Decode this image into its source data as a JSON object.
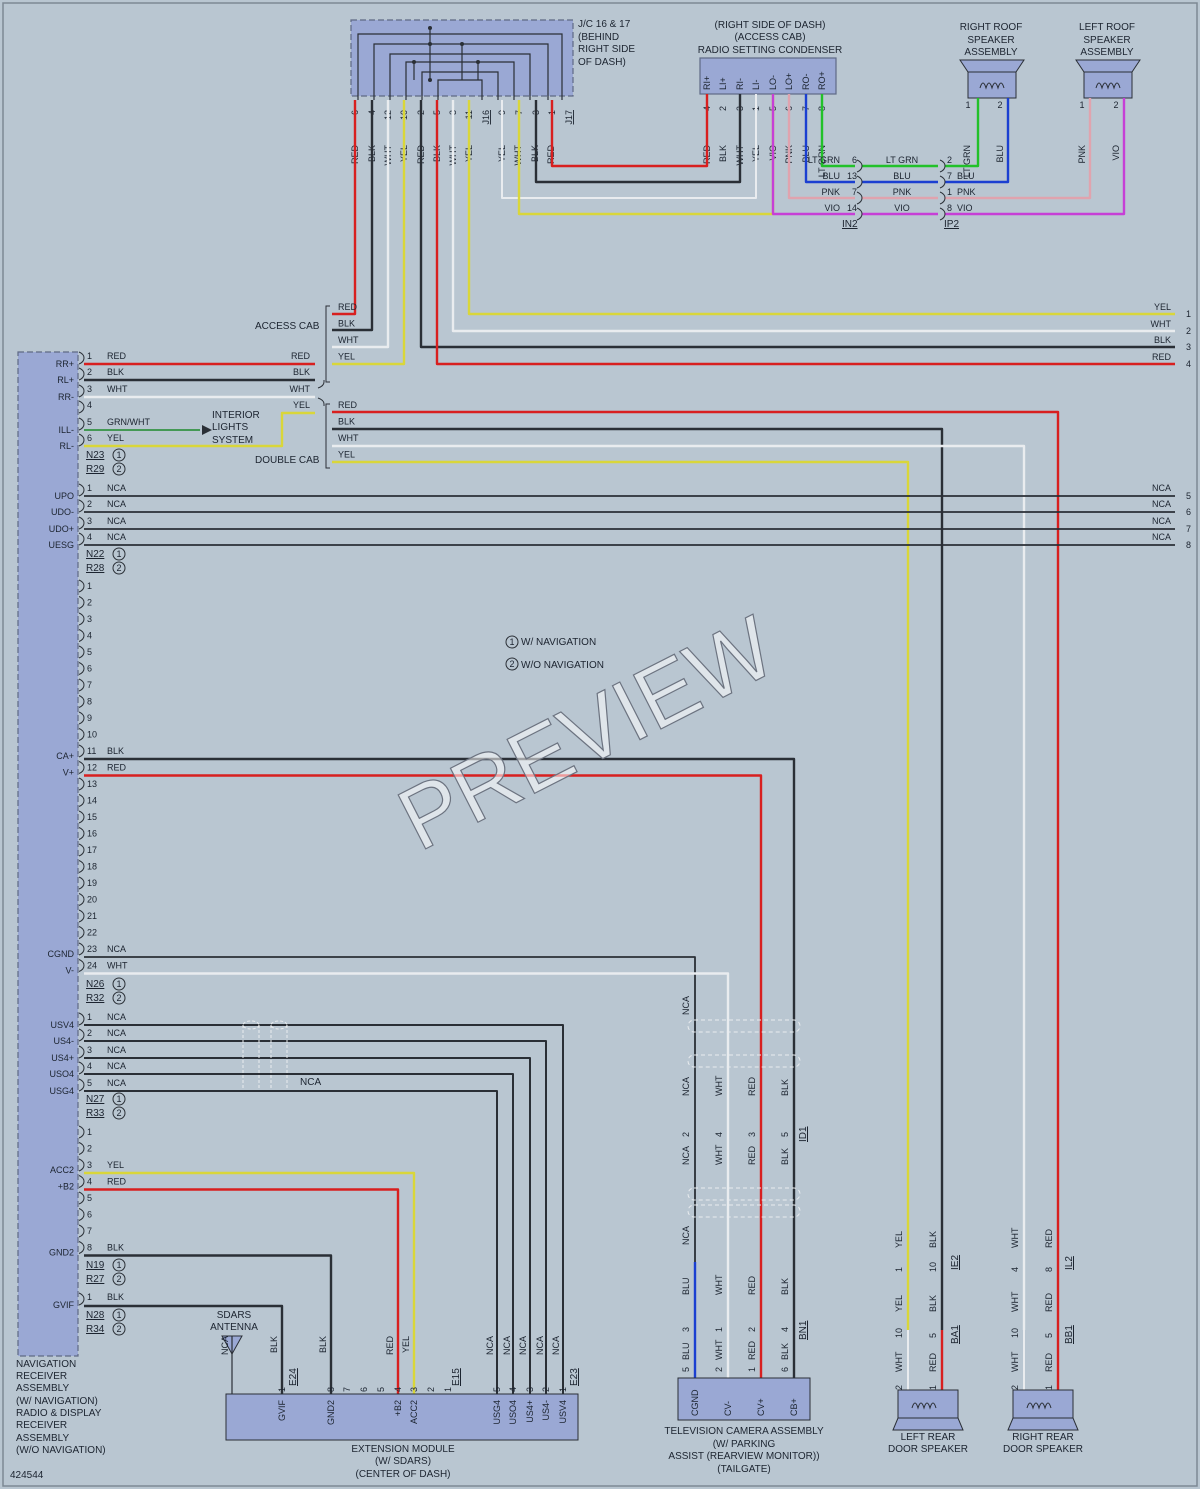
{
  "watermark": "PREVIEW",
  "doc_number": "424544",
  "legend": {
    "nav": "W/ NAVIGATION",
    "no_nav": "W/O NAVIGATION",
    "m1": "1",
    "m2": "2"
  },
  "colors": {
    "RED": "#d81f1f",
    "BLK": "#2a2f36",
    "WHT": "#e9ecef",
    "YEL": "#d9d63a",
    "BLU": "#1b3fd1",
    "LTGRN": "#22c12a",
    "PNK": "#e0a3ae",
    "VIO": "#c63fd6",
    "GRN": "#1d8a2c",
    "NCA": "#2a2f36",
    "box": "#9aa8d4",
    "boxStroke": "#6f7a9e"
  },
  "components": {
    "jc": [
      "J/C 16 & 17",
      "(BEHIND",
      "RIGHT SIDE",
      "OF DASH)"
    ],
    "condenser": [
      "(RIGHT SIDE OF DASH)",
      "(ACCESS CAB)",
      "RADIO SETTING CONDENSER"
    ],
    "right_roof": [
      "RIGHT ROOF",
      "SPEAKER",
      "ASSEMBLY"
    ],
    "left_roof": [
      "LEFT ROOF",
      "SPEAKER",
      "ASSEMBLY"
    ],
    "access_cab": "ACCESS CAB",
    "double_cab": "DOUBLE CAB",
    "interior": [
      "INTERIOR",
      "LIGHTS",
      "SYSTEM"
    ],
    "sdars": [
      "SDARS",
      "ANTENNA"
    ],
    "nav_receiver": [
      "NAVIGATION",
      "RECEIVER",
      "ASSEMBLY",
      "(W/ NAVIGATION)",
      "RADIO & DISPLAY",
      "RECEIVER",
      "ASSEMBLY",
      "(W/O NAVIGATION)"
    ],
    "ext_module": [
      "EXTENSION MODULE",
      "(W/ SDARS)",
      "(CENTER OF DASH)"
    ],
    "tv_camera": [
      "TELEVISION CAMERA ASSEMBLY",
      "(W/ PARKING",
      "ASSIST (REARVIEW MONITOR))",
      "(TAILGATE)"
    ],
    "left_rear": [
      "LEFT REAR",
      "DOOR SPEAKER"
    ],
    "right_rear": [
      "RIGHT REAR",
      "DOOR SPEAKER"
    ]
  },
  "jc_pins": [
    "6",
    "4",
    "12",
    "10",
    "2",
    "5",
    "3",
    "11",
    "J16",
    "9",
    "7",
    "3",
    "1",
    "J17"
  ],
  "jc_wires": [
    "RED",
    "BLK",
    "WHT",
    "YEL",
    "RED",
    "BLK",
    "WHT",
    "YEL",
    "WHT",
    "BLK",
    "RED"
  ],
  "cond_pins": [
    "RI+",
    "LI+",
    "RI-",
    "LI-",
    "LO-",
    "LO+",
    "RO-",
    "RO+"
  ],
  "cond_pin_nums": [
    "4",
    "2",
    "3",
    "1",
    "5",
    "6",
    "7",
    "8"
  ],
  "cond_wires": [
    "RED",
    "BLK",
    "WHT",
    "YEL",
    "VIO",
    "PNK",
    "BLU",
    "LT GRN"
  ],
  "splice": {
    "left": [
      [
        "6",
        "LT GRN"
      ],
      [
        "13",
        "BLU"
      ],
      [
        "7",
        "PNK"
      ],
      [
        "14",
        "VIO"
      ]
    ],
    "mid": [
      "LT GRN",
      "BLU",
      "PNK",
      "VIO"
    ],
    "right": [
      [
        "2",
        ""
      ],
      [
        "7",
        "BLU"
      ],
      [
        "1",
        "PNK"
      ],
      [
        "8",
        "VIO"
      ]
    ],
    "conn_left": "IN2",
    "conn_right": "IP2"
  },
  "right_roof_pins": [
    "1",
    "2"
  ],
  "right_roof_wires": [
    "LT GRN",
    "BLU"
  ],
  "left_roof_pins": [
    "1",
    "2"
  ],
  "left_roof_wires": [
    "PNK",
    "VIO"
  ],
  "access_out": [
    [
      "YEL",
      "1"
    ],
    [
      "WHT",
      "2"
    ],
    [
      "BLK",
      "3"
    ],
    [
      "RED",
      "4"
    ]
  ],
  "access_bundle": [
    "RED",
    "BLK",
    "WHT",
    "YEL"
  ],
  "double_bundle": [
    "RED",
    "BLK",
    "WHT",
    "YEL"
  ],
  "n23": [
    {
      "sig": "RR+",
      "num": "1",
      "wire": "RED",
      "to": "RED"
    },
    {
      "sig": "RL+",
      "num": "2",
      "wire": "BLK",
      "to": "BLK"
    },
    {
      "sig": "RR-",
      "num": "3",
      "wire": "WHT",
      "to": "WHT"
    },
    {
      "sig": "",
      "num": "4",
      "wire": "",
      "to": "YEL"
    },
    {
      "sig": "ILL-",
      "num": "5",
      "wire": "GRN/WHT",
      "to": ""
    },
    {
      "sig": "RL-",
      "num": "6",
      "wire": "YEL",
      "to": ""
    }
  ],
  "n23_conn": [
    "N23",
    "R29"
  ],
  "n22": [
    {
      "sig": "UPO",
      "num": "1",
      "wire": "NCA",
      "end": "NCA",
      "out": "5"
    },
    {
      "sig": "UDO-",
      "num": "2",
      "wire": "NCA",
      "end": "NCA",
      "out": "6"
    },
    {
      "sig": "UDO+",
      "num": "3",
      "wire": "NCA",
      "end": "NCA",
      "out": "7"
    },
    {
      "sig": "UESG",
      "num": "4",
      "wire": "NCA",
      "end": "NCA",
      "out": "8"
    }
  ],
  "n22_conn": [
    "N22",
    "R28"
  ],
  "n26_pins": [
    "1",
    "2",
    "3",
    "4",
    "5",
    "6",
    "7",
    "8",
    "9",
    "10",
    "11",
    "12",
    "13",
    "14",
    "15",
    "16",
    "17",
    "18",
    "19",
    "20",
    "21",
    "22",
    "23",
    "24"
  ],
  "n26_signals": [
    {
      "pin": "11",
      "sig": "CA+",
      "wire": "BLK"
    },
    {
      "pin": "12",
      "sig": "V+",
      "wire": "RED"
    },
    {
      "pin": "23",
      "sig": "CGND",
      "wire": "NCA"
    },
    {
      "pin": "24",
      "sig": "V-",
      "wire": "WHT"
    }
  ],
  "n26_conn": [
    "N26",
    "R32"
  ],
  "n27": [
    {
      "sig": "USV4",
      "num": "1",
      "wire": "NCA"
    },
    {
      "sig": "US4-",
      "num": "2",
      "wire": "NCA"
    },
    {
      "sig": "US4+",
      "num": "3",
      "wire": "NCA"
    },
    {
      "sig": "USO4",
      "num": "4",
      "wire": "NCA"
    },
    {
      "sig": "USG4",
      "num": "5",
      "wire": "NCA"
    }
  ],
  "n27_shield": "NCA",
  "n27_conn": [
    "N27",
    "R33"
  ],
  "n19_pins": [
    "1",
    "2",
    "3",
    "4",
    "5",
    "6",
    "7",
    "8"
  ],
  "n19_signals": [
    {
      "pin": "3",
      "sig": "ACC2",
      "wire": "YEL"
    },
    {
      "pin": "4",
      "sig": "+B2",
      "wire": "RED"
    },
    {
      "pin": "8",
      "sig": "GND2",
      "wire": "BLK"
    }
  ],
  "n19_conn": [
    "N19",
    "R27"
  ],
  "n28": {
    "sig": "GVIF",
    "num": "1",
    "wire": "BLK"
  },
  "n28_conn": [
    "N28",
    "R34"
  ],
  "ext_pins": [
    "1",
    "8",
    "7",
    "6",
    "5",
    "4",
    "3",
    "2",
    "1",
    "5",
    "4",
    "3",
    "2",
    "1"
  ],
  "ext_labels": [
    "GVIF",
    "GND2",
    "+B2",
    "ACC2",
    "USG4",
    "USO4",
    "US4+",
    "US4-",
    "USV4"
  ],
  "ext_conns": [
    "E24",
    "E15",
    "E23"
  ],
  "ext_wires": [
    "NCA",
    "BLK",
    "BLK",
    "RED",
    "YEL",
    "NCA",
    "NCA",
    "NCA",
    "NCA",
    "NCA"
  ],
  "tv": {
    "top": [
      "NCA",
      "NCA",
      "WHT",
      "RED",
      "BLK"
    ],
    "mid": [
      [
        "NCA",
        "2"
      ],
      [
        "WHT",
        "4"
      ],
      [
        "RED",
        "3"
      ],
      [
        "BLK",
        "5"
      ]
    ],
    "low": [
      "NCA",
      "BLU",
      "WHT",
      "RED",
      "BLK"
    ],
    "bot": [
      [
        "5",
        "BLU",
        "3"
      ],
      [
        "2",
        "WHT",
        "1"
      ],
      [
        "1",
        "RED",
        "2"
      ],
      [
        "6",
        "BLK",
        "4"
      ]
    ],
    "conns": [
      "ID1",
      "BN1"
    ],
    "labels": [
      "CGND",
      "CV-",
      "CV+",
      "CB+"
    ]
  },
  "left_rear": {
    "up": [
      [
        "YEL",
        "1"
      ],
      [
        "BLK",
        "10"
      ]
    ],
    "mid": [
      [
        "YEL",
        "10"
      ],
      [
        "BLK",
        "5"
      ]
    ],
    "low": [
      [
        "WHT",
        "2"
      ],
      [
        "RED",
        "1"
      ]
    ],
    "conns": [
      "IE2",
      "BA1"
    ]
  },
  "right_rear": {
    "up": [
      [
        "WHT",
        "4"
      ],
      [
        "RED",
        "8"
      ]
    ],
    "mid": [
      [
        "WHT",
        "10"
      ],
      [
        "RED",
        "5"
      ]
    ],
    "low": [
      [
        "WHT",
        "2"
      ],
      [
        "RED",
        "1"
      ]
    ],
    "conns": [
      "IL2",
      "BB1"
    ]
  }
}
